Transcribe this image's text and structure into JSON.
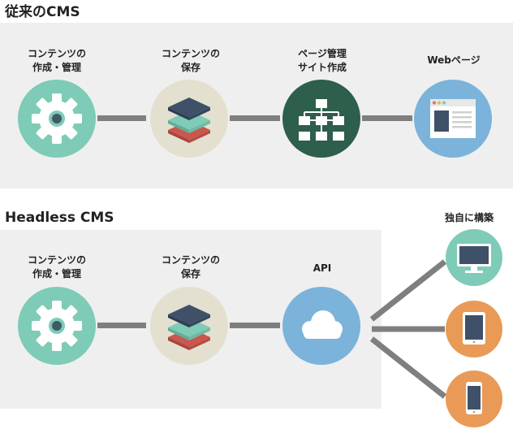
{
  "traditional": {
    "title": "従来のCMS",
    "steps": [
      {
        "line1": "コンテンツの",
        "line2": "作成・管理",
        "icon": "gear-icon"
      },
      {
        "line1": "コンテンツの",
        "line2": "保存",
        "icon": "layers-icon"
      },
      {
        "line1": "ページ管理",
        "line2": "サイト作成",
        "icon": "sitemap-icon"
      },
      {
        "line1": "Webページ",
        "line2": "",
        "icon": "browser-window-icon"
      }
    ]
  },
  "headless": {
    "title": "Headless CMS",
    "steps": [
      {
        "line1": "コンテンツの",
        "line2": "作成・管理",
        "icon": "gear-icon"
      },
      {
        "line1": "コンテンツの",
        "line2": "保存",
        "icon": "layers-icon"
      },
      {
        "line1": "API",
        "line2": "",
        "icon": "cloud-icon"
      }
    ],
    "devices_label": "独自に構築",
    "devices": [
      {
        "icon": "desktop-monitor-icon"
      },
      {
        "icon": "tablet-icon"
      },
      {
        "icon": "smartphone-icon"
      }
    ]
  },
  "colors": {
    "teal": "#7ecbb7",
    "beige": "#e3e0d0",
    "dark_green": "#2e5e4c",
    "blue": "#7bb3da",
    "orange": "#e99a57",
    "connector": "#7f7f7f",
    "panel": "#efefef"
  }
}
